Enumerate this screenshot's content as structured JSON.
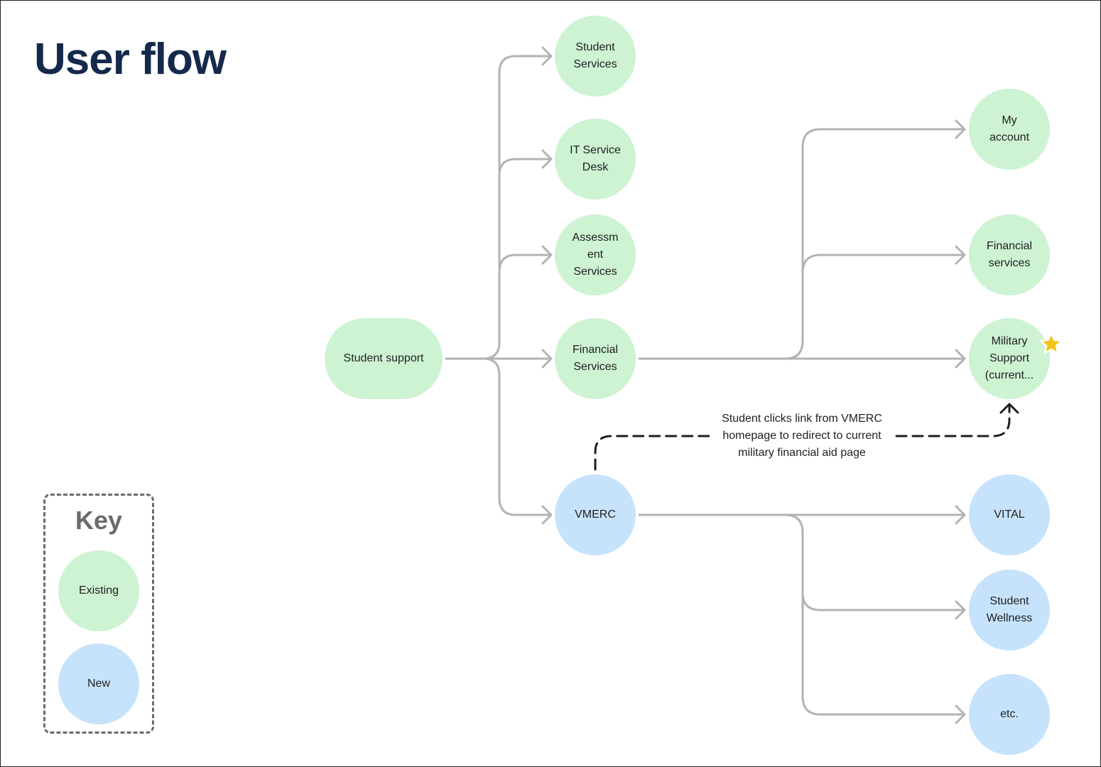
{
  "title": "User flow",
  "colors": {
    "existing": "#cdf3d3",
    "new": "#c6e3fb",
    "connector": "#b3b3b3",
    "dashed": "#1f1f1f",
    "title": "#14294b",
    "star": "#f6c21c"
  },
  "root": {
    "label": "Student support",
    "status": "existing"
  },
  "level1": [
    {
      "label": "Student Services",
      "status": "existing"
    },
    {
      "label": "IT Service Desk",
      "status": "existing"
    },
    {
      "label": "Assessm ent Services",
      "status": "existing"
    },
    {
      "label": "Financial Services",
      "status": "existing"
    },
    {
      "label": "VMERC",
      "status": "new"
    }
  ],
  "level2_financial": [
    {
      "label": "My account",
      "status": "existing"
    },
    {
      "label": "Financial services",
      "status": "existing"
    },
    {
      "label": "Military Support (current...",
      "status": "existing",
      "starred": true
    }
  ],
  "level2_vmerc": [
    {
      "label": "VITAL",
      "status": "new"
    },
    {
      "label": "Student Wellness",
      "status": "new"
    },
    {
      "label": "etc.",
      "status": "new"
    }
  ],
  "annotation": "Student clicks link from VMERC homepage to redirect to current military financial aid page",
  "key": {
    "title": "Key",
    "items": [
      {
        "label": "Existing",
        "status": "existing"
      },
      {
        "label": "New",
        "status": "new"
      }
    ]
  }
}
